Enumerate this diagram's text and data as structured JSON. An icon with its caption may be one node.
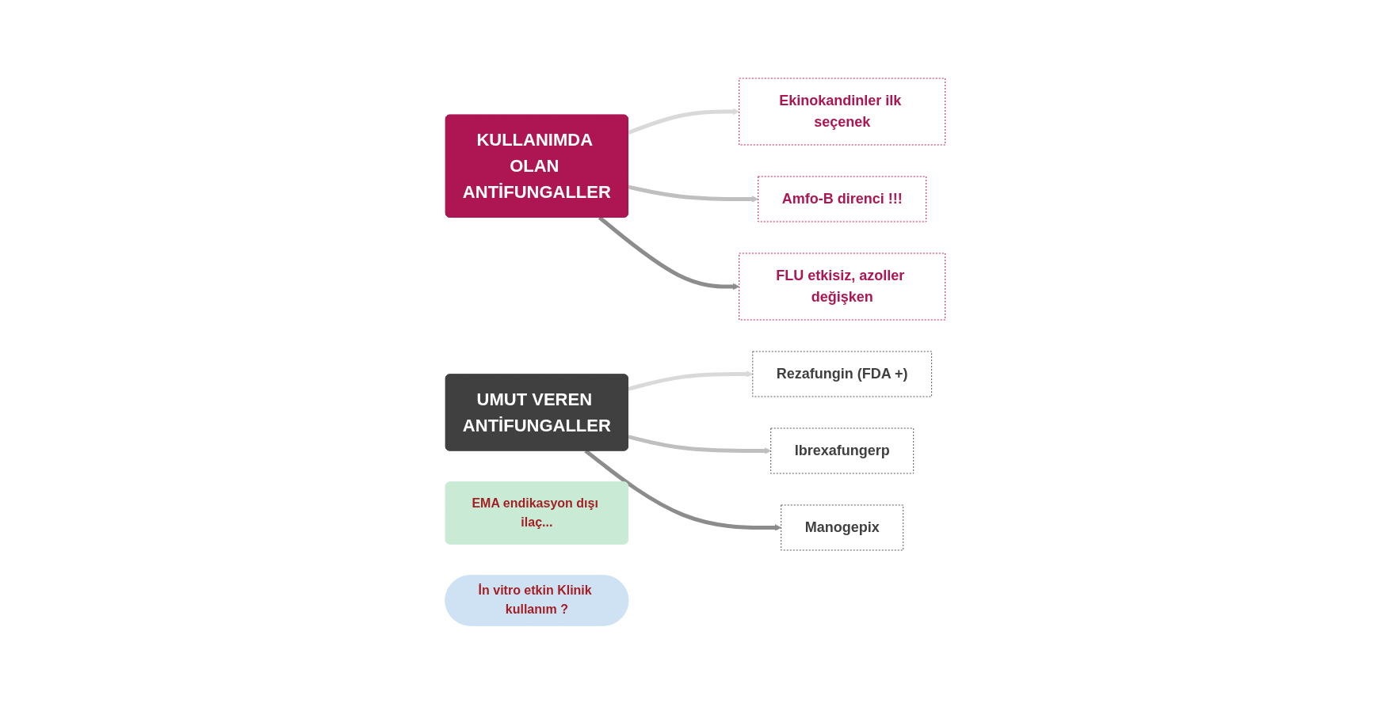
{
  "diagram": {
    "nodes": [
      {
        "text": [
          "KULLANIMDA OLAN ANTİFUNGALLER"
        ]
      },
      {
        "text": [
          "UMUT VEREN ANTİFUNGALLER"
        ]
      },
      {
        "text": [
          "Ekinokandinler ilk seçenek"
        ]
      },
      {
        "text": [
          "Amfo-B direnci !!!"
        ]
      },
      {
        "text": [
          "FLU etkisiz, azoller değişken"
        ]
      },
      {
        "text": [
          "Rezafungin (FDA +)"
        ]
      },
      {
        "text": [
          "Ibrexafungerp"
        ]
      },
      {
        "text": [
          "EMA endikasyon dışı ilaç..."
        ]
      },
      {
        "text": [
          "Manogepix"
        ]
      },
      {
        "text": [
          "İn vitro etkin Klinik kullanım ?"
        ]
      }
    ],
    "edges": [
      {
        "from": 0,
        "to": 2,
        "arrow": "to",
        "color": "#d9d9d9"
      },
      {
        "from": 0,
        "to": 3,
        "arrow": "to",
        "color": "#bfbfbf"
      },
      {
        "from": 0,
        "to": 4,
        "arrow": "to",
        "color": "#8c8c8c"
      },
      {
        "from": 1,
        "to": 5,
        "arrow": "to",
        "color": "#d9d9d9"
      },
      {
        "from": 1,
        "to": 6,
        "arrow": "to",
        "color": "#bfbfbf"
      },
      {
        "from": 1,
        "to": 8,
        "arrow": "to",
        "color": "#8c8c8c"
      }
    ]
  }
}
